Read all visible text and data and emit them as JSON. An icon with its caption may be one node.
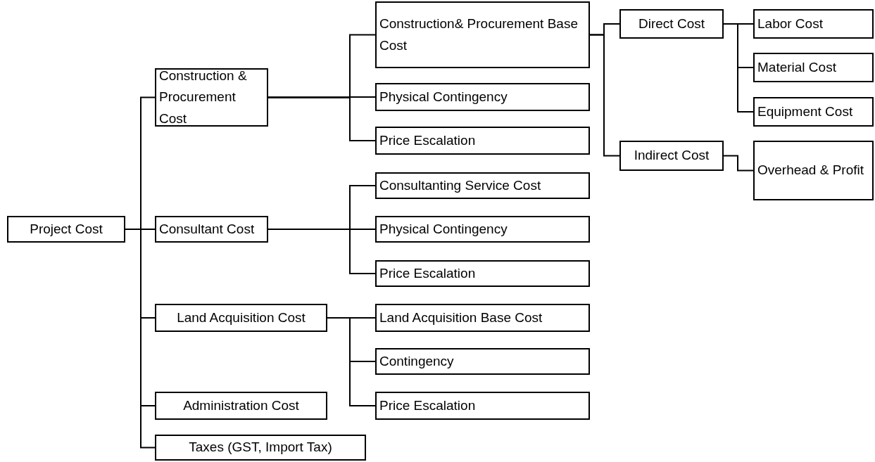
{
  "diagram": {
    "nodes": [
      {
        "text": [
          "Project Cost"
        ]
      },
      {
        "text": [
          "Construction & Procurement Cost"
        ]
      },
      {
        "text": [
          "Consultant Cost"
        ]
      },
      {
        "text": [
          "Land Acquisition Cost"
        ]
      },
      {
        "text": [
          "Administration Cost"
        ]
      },
      {
        "text": [
          "Taxes (GST, Import Tax)"
        ]
      },
      {
        "text": [
          "Construction& Procurement Base Cost"
        ]
      },
      {
        "text": [
          "Physical Contingency"
        ]
      },
      {
        "text": [
          "Price Escalation"
        ]
      },
      {
        "text": [
          "Consultanting Service Cost"
        ]
      },
      {
        "text": [
          "Physical Contingency"
        ]
      },
      {
        "text": [
          "Price Escalation"
        ]
      },
      {
        "text": [
          "Land Acquisition Base Cost"
        ]
      },
      {
        "text": [
          "Contingency"
        ]
      },
      {
        "text": [
          "Price Escalation"
        ]
      },
      {
        "text": [
          "Direct Cost"
        ]
      },
      {
        "text": [
          "Indirect Cost"
        ]
      },
      {
        "text": [
          "Labor Cost"
        ]
      },
      {
        "text": [
          "Material Cost"
        ]
      },
      {
        "text": [
          "Equipment Cost"
        ]
      },
      {
        "text": [
          "Overhead & Profit"
        ]
      }
    ],
    "edges": [
      {
        "from": 0,
        "to": 1,
        "arrow": "none"
      },
      {
        "from": 0,
        "to": 2,
        "arrow": "none"
      },
      {
        "from": 0,
        "to": 3,
        "arrow": "none"
      },
      {
        "from": 0,
        "to": 4,
        "arrow": "none"
      },
      {
        "from": 0,
        "to": 5,
        "arrow": "none"
      },
      {
        "from": 1,
        "to": 6,
        "arrow": "none"
      },
      {
        "from": 1,
        "to": 7,
        "arrow": "none"
      },
      {
        "from": 1,
        "to": 8,
        "arrow": "none"
      },
      {
        "from": 2,
        "to": 9,
        "arrow": "none"
      },
      {
        "from": 2,
        "to": 10,
        "arrow": "none"
      },
      {
        "from": 2,
        "to": 11,
        "arrow": "none"
      },
      {
        "from": 3,
        "to": 12,
        "arrow": "none"
      },
      {
        "from": 3,
        "to": 13,
        "arrow": "none"
      },
      {
        "from": 3,
        "to": 14,
        "arrow": "none"
      },
      {
        "from": 6,
        "to": 15,
        "arrow": "none"
      },
      {
        "from": 6,
        "to": 16,
        "arrow": "none"
      },
      {
        "from": 15,
        "to": 17,
        "arrow": "none"
      },
      {
        "from": 15,
        "to": 18,
        "arrow": "none"
      },
      {
        "from": 15,
        "to": 19,
        "arrow": "none"
      },
      {
        "from": 16,
        "to": 20,
        "arrow": "none"
      }
    ]
  }
}
